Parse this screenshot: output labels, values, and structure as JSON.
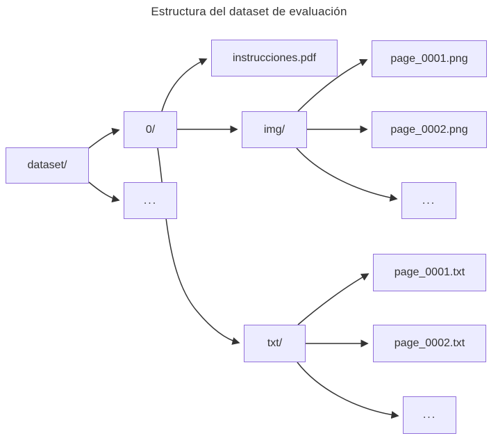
{
  "title": "Estructura del dataset de evaluación",
  "diagram": {
    "type": "flowchart-left-to-right",
    "colors": {
      "node_fill": "#ECECFF",
      "node_border": "#9370DB",
      "edge": "#333333",
      "text": "#333333",
      "background": "#FFFFFF"
    },
    "nodes": [
      {
        "id": "dataset",
        "label": "dataset/"
      },
      {
        "id": "zero",
        "label": "0/"
      },
      {
        "id": "dots1",
        "label": "..."
      },
      {
        "id": "instrucciones",
        "label": "instrucciones.pdf"
      },
      {
        "id": "img",
        "label": "img/"
      },
      {
        "id": "png1",
        "label": "page_0001.png"
      },
      {
        "id": "png2",
        "label": "page_0002.png"
      },
      {
        "id": "dots2",
        "label": "..."
      },
      {
        "id": "txt",
        "label": "txt/"
      },
      {
        "id": "txt1",
        "label": "page_0001.txt"
      },
      {
        "id": "txt2",
        "label": "page_0002.txt"
      },
      {
        "id": "dots3",
        "label": "..."
      }
    ],
    "edges": [
      {
        "from": "dataset/",
        "to": "0/"
      },
      {
        "from": "dataset/",
        "to": "..."
      },
      {
        "from": "0/",
        "to": "instrucciones.pdf"
      },
      {
        "from": "0/",
        "to": "img/"
      },
      {
        "from": "0/",
        "to": "txt/"
      },
      {
        "from": "img/",
        "to": "page_0001.png"
      },
      {
        "from": "img/",
        "to": "page_0002.png"
      },
      {
        "from": "img/",
        "to": "..."
      },
      {
        "from": "txt/",
        "to": "page_0001.txt"
      },
      {
        "from": "txt/",
        "to": "page_0002.txt"
      },
      {
        "from": "txt/",
        "to": "..."
      }
    ]
  }
}
